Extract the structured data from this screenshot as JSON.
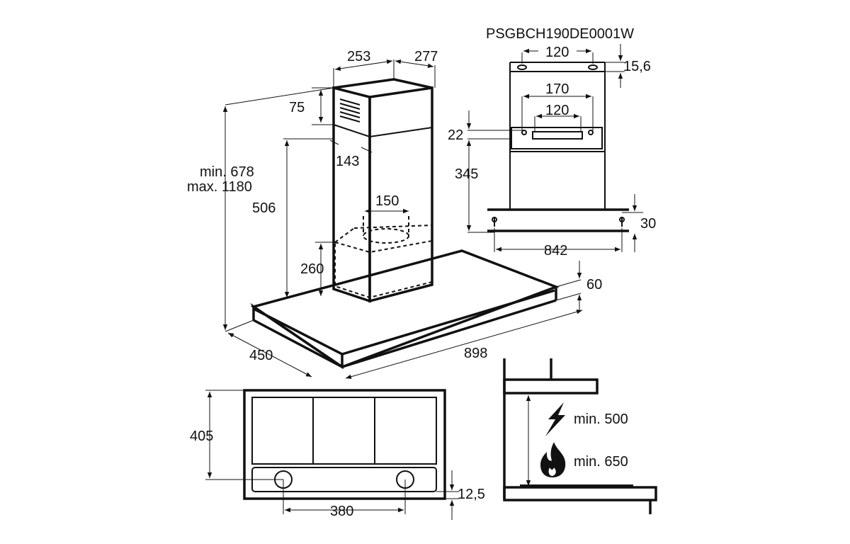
{
  "model_code": "PSGBCH190DE0001W",
  "main_view": {
    "chimney_width": "253",
    "chimney_depth": "277",
    "vent_height": "75",
    "vent_offset": "143",
    "height_label_min": "min. 678",
    "height_label_max": "max. 1180",
    "chimney_height": "506",
    "duct_diameter": "150",
    "filter_height": "260",
    "canopy_thickness": "60",
    "canopy_depth": "450",
    "canopy_width": "898"
  },
  "bracket_view": {
    "top_hole_spacing": "120",
    "top_offset": "15,6",
    "bracket_outer": "170",
    "bracket_inner": "120",
    "bracket_offset": "22",
    "bracket_height": "345",
    "bottom_offset": "30",
    "bottom_hole_spacing": "842"
  },
  "bottom_view": {
    "depth": "405",
    "light_spacing": "380",
    "light_offset": "12,5"
  },
  "clearance_view": {
    "electric_label": "min. 500",
    "gas_label": "min. 650",
    "electric_icon": "lightning-icon",
    "gas_icon": "flame-icon"
  }
}
